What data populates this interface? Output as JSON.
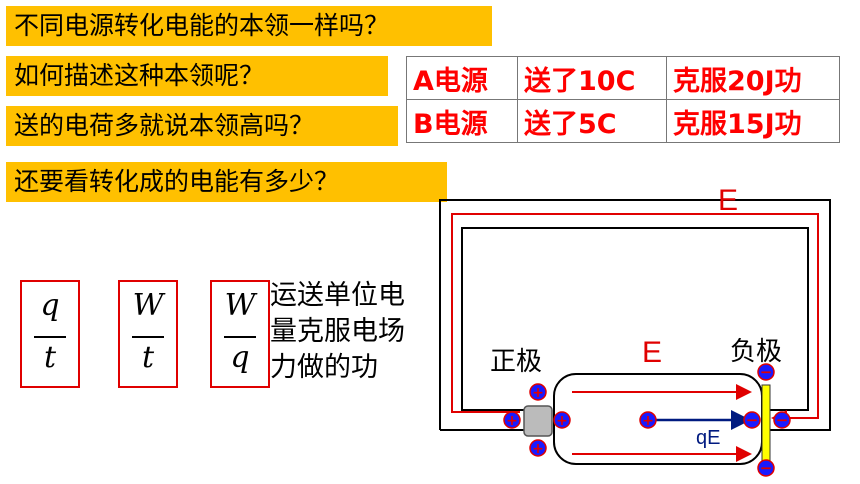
{
  "questions": {
    "q1": "不同电源转化电能的本领一样吗？",
    "q2": "如何描述这种本领呢？",
    "q3": "送的电荷多就说本领高吗？",
    "q4": "还要看转化成的电能有多少？"
  },
  "table": {
    "rows": [
      {
        "source": "A电源",
        "charge": "送了10C",
        "work": "克服20J功"
      },
      {
        "source": "B电源",
        "charge": "送了5C",
        "work": "克服15J功"
      }
    ]
  },
  "formulas": [
    {
      "num": "q",
      "den": "t"
    },
    {
      "num": "W",
      "den": "t"
    },
    {
      "num": "W",
      "den": "q"
    }
  ],
  "description": [
    "运送单位电",
    "量克服电场",
    "力做的功"
  ],
  "circuit": {
    "field_label_outer": "E",
    "field_label_inner": "E",
    "positive_label": "正极",
    "negative_label": "负极",
    "force_label": "qE",
    "colors": {
      "wire": "#000000",
      "field": "#e00000",
      "charge": "#1a1aff",
      "plate": "#ffff00"
    }
  }
}
